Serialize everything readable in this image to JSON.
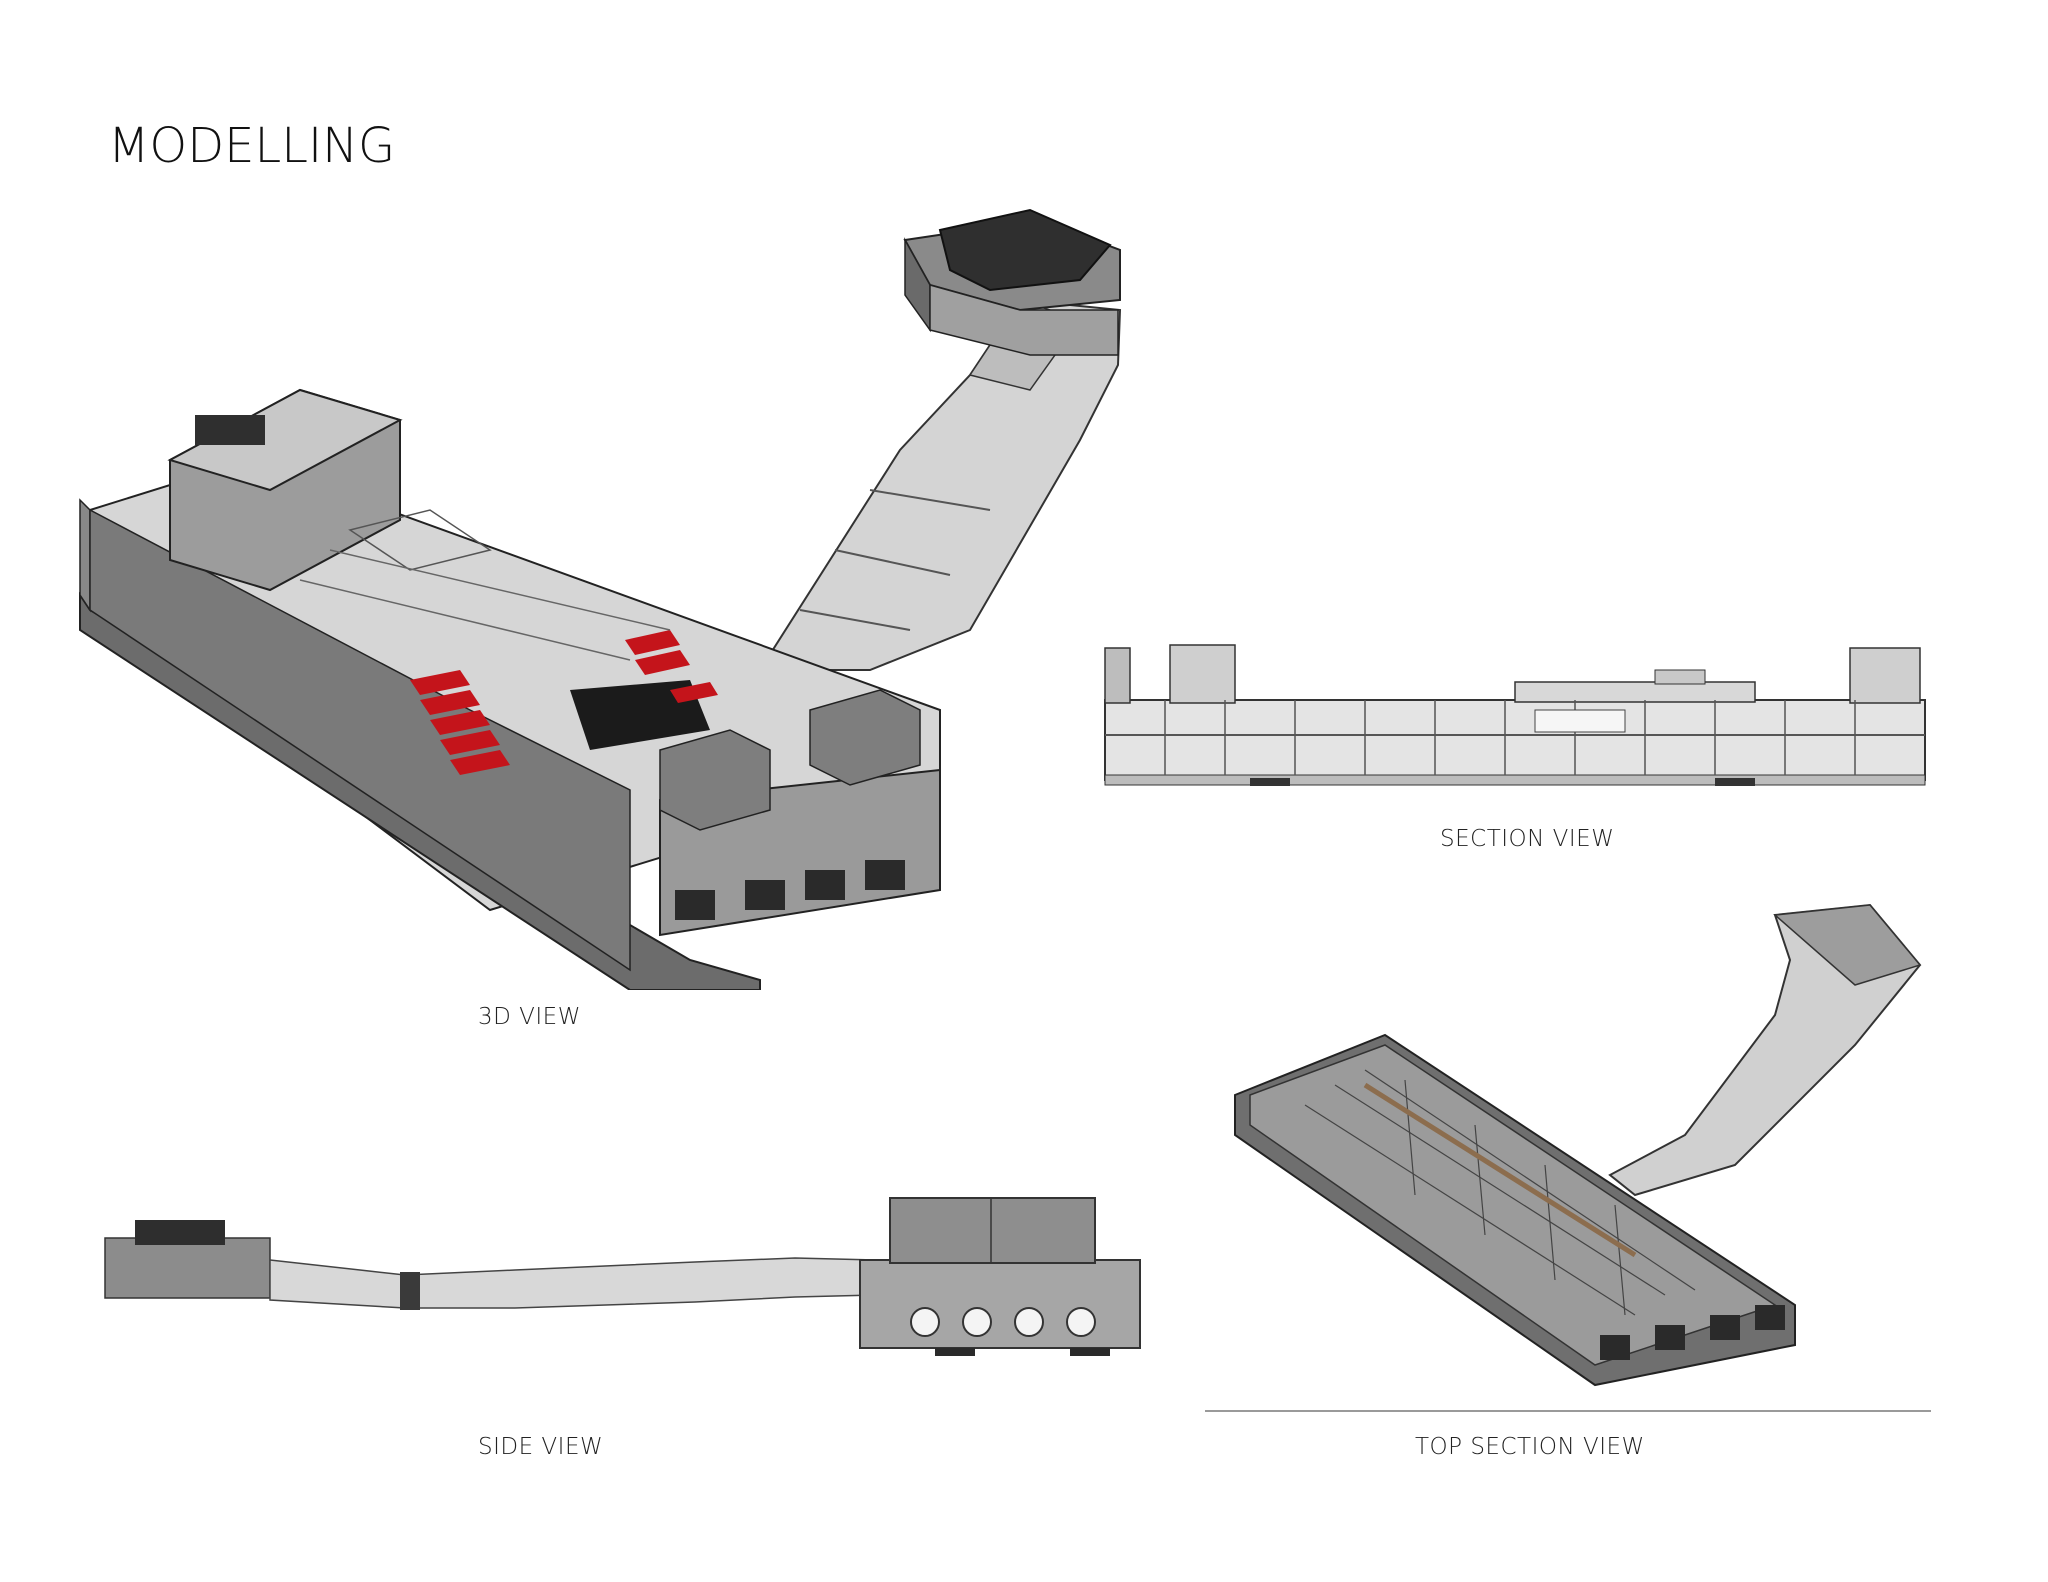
{
  "page": {
    "title": "MODELLING"
  },
  "views": {
    "three_d": {
      "caption": "3D VIEW"
    },
    "section": {
      "caption": "SECTION VIEW"
    },
    "side": {
      "caption": "SIDE VIEW"
    },
    "top_section": {
      "caption": "TOP SECTION VIEW"
    }
  },
  "colors": {
    "model_light": "#d9d9d9",
    "model_mid": "#a8a8a8",
    "model_dark": "#5a5a5a",
    "model_edge": "#2a2a2a",
    "highlight_red": "#c4141b",
    "rule_line": "#9a9a9a"
  }
}
